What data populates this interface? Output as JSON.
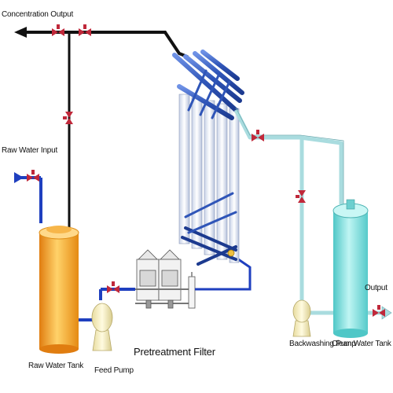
{
  "labels": {
    "concentration_output": "Concentration Output",
    "raw_water_input": "Raw Water Input",
    "raw_water_tank": "Raw Water Tank",
    "feed_pump": "Feed Pump",
    "pretreatment_filter": "Pretreatment Filter",
    "backwashing_pump": "Backwashing Pump",
    "clean_water_tank": "Clean Water Tank",
    "output": "Output"
  },
  "colors": {
    "concentrate_pipe": "#111111",
    "feed_pipe": "#1f3fbf",
    "clean_pipe": "#bfe8ea",
    "valve": "#c0283a",
    "raw_tank": "#f7a623",
    "clean_tank": "#7fe0e0",
    "membrane_header": "#3a63c8"
  }
}
